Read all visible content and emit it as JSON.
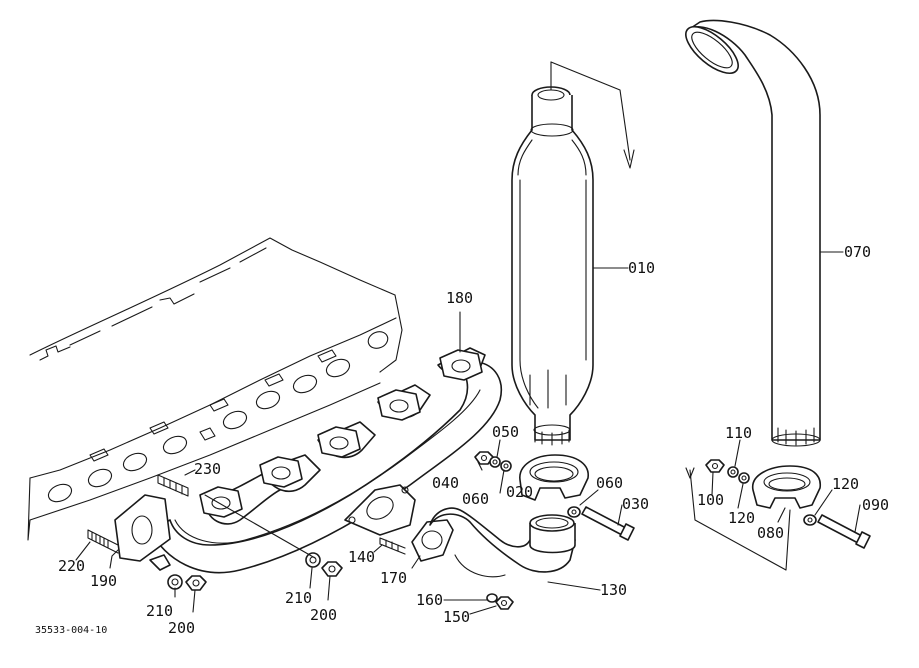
{
  "diagram": {
    "drawing_number": "35533-004-10",
    "labels": {
      "p010": "010",
      "p020": "020",
      "p030": "030",
      "p040": "040",
      "p050": "050",
      "p060a": "060",
      "p060b": "060",
      "p070": "070",
      "p080": "080",
      "p090": "090",
      "p100": "100",
      "p110": "110",
      "p120a": "120",
      "p120b": "120",
      "p130": "130",
      "p140": "140",
      "p150": "150",
      "p160": "160",
      "p170": "170",
      "p180": "180",
      "p190": "190",
      "p200a": "200",
      "p200b": "200",
      "p210a": "210",
      "p210b": "210",
      "p220": "220",
      "p230": "230"
    }
  }
}
